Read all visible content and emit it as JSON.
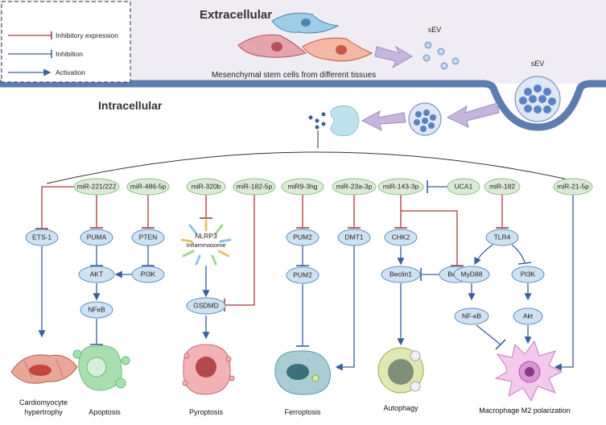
{
  "header": {
    "extracellular": "Extracellular",
    "intracellular": "Intracellular",
    "msc_caption": "Mesenchymal stem cells from different tissues",
    "sev_small": "sEV",
    "sev_large": "sEV"
  },
  "legend": {
    "items": [
      {
        "label": "Inhibitory expression",
        "kind": "inhibitory-expression"
      },
      {
        "label": "Inhibition",
        "kind": "inhibition"
      },
      {
        "label": "Activation",
        "kind": "activation"
      }
    ]
  },
  "mirnas": [
    {
      "id": "m1",
      "label": "miR-221/222"
    },
    {
      "id": "m2",
      "label": "miR-486-5p"
    },
    {
      "id": "m3",
      "label": "miR-320b"
    },
    {
      "id": "m4",
      "label": "miR-182-5p"
    },
    {
      "id": "m5",
      "label": "miR9-3hg"
    },
    {
      "id": "m6",
      "label": "miR-23a-3p"
    },
    {
      "id": "m7",
      "label": "miR-143-3p"
    },
    {
      "id": "m8",
      "label": "UCA1"
    },
    {
      "id": "m9",
      "label": "miR-182"
    },
    {
      "id": "m10",
      "label": "miR-21-5p"
    }
  ],
  "proteins": [
    {
      "id": "ets1",
      "label": "ETS-1"
    },
    {
      "id": "puma",
      "label": "PUMA"
    },
    {
      "id": "pten",
      "label": "PTEN"
    },
    {
      "id": "akt",
      "label": "AKT"
    },
    {
      "id": "pi3k",
      "label": "PI3K"
    },
    {
      "id": "nfkb",
      "label": "NFκB"
    },
    {
      "id": "nlrp3",
      "label": "NLRP3"
    },
    {
      "id": "inflammasome",
      "label": "Inflammasome"
    },
    {
      "id": "gsdmd",
      "label": "GSDMD"
    },
    {
      "id": "pum2a",
      "label": "PUM2"
    },
    {
      "id": "pum2b",
      "label": "PUM2"
    },
    {
      "id": "dmt1",
      "label": "DMT1"
    },
    {
      "id": "chk2",
      "label": "CHK2"
    },
    {
      "id": "beclin1",
      "label": "Beclin1"
    },
    {
      "id": "bcl2",
      "label": "Bcl-2"
    },
    {
      "id": "tlr4",
      "label": "TLR4"
    },
    {
      "id": "myd88",
      "label": "MyD88"
    },
    {
      "id": "pi3k2",
      "label": "PI3K"
    },
    {
      "id": "nfkb2",
      "label": "NF-κB"
    },
    {
      "id": "akt2",
      "label": "Akt"
    }
  ],
  "outcomes": [
    {
      "id": "cardio",
      "label": "Cardiomyocyte\nhypertrophy",
      "line1": "Cardiomyocyte",
      "line2": "hypertrophy"
    },
    {
      "id": "apoptosis",
      "label": "Apoptosis"
    },
    {
      "id": "pyroptosis",
      "label": "Pyroptosis"
    },
    {
      "id": "ferroptosis",
      "label": "Ferroptosis"
    },
    {
      "id": "autophagy",
      "label": "Autophagy"
    },
    {
      "id": "macrophage",
      "label": "Macrophage M2 polarization"
    }
  ],
  "colors": {
    "inhibitory": "#a83a3a",
    "activation": "#3a5f9a",
    "membrane": "#5b7db0",
    "extracellular_bg": "#efedf3"
  }
}
